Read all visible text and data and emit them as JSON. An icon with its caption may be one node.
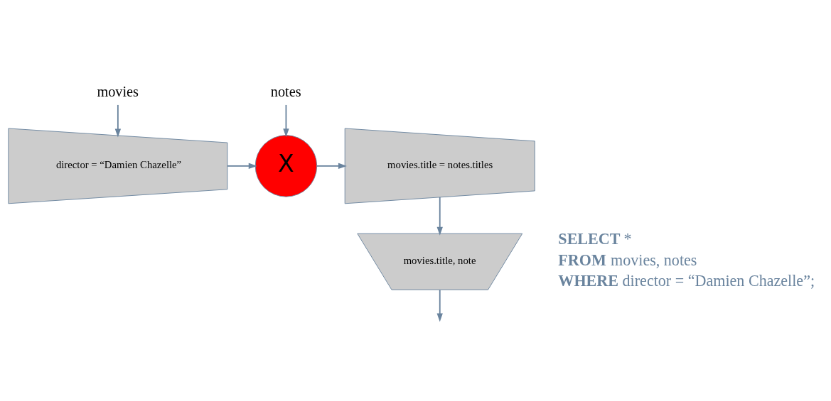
{
  "diagram": {
    "nodes": [
      {
        "text": [
          "movies"
        ]
      },
      {
        "text": [
          "director = “Damien Chazelle”"
        ]
      },
      {
        "text": [
          "notes"
        ]
      },
      {
        "text": [
          "X"
        ]
      },
      {
        "text": [
          "movies.title = notes.titles"
        ]
      },
      {
        "text": [
          "movies.title, note"
        ]
      }
    ],
    "edges": [
      {
        "from": 0,
        "to": 1,
        "arrow": "to"
      },
      {
        "from": 1,
        "to": 3,
        "arrow": "to"
      },
      {
        "from": 2,
        "to": 3,
        "arrow": "to"
      },
      {
        "from": 3,
        "to": 4,
        "arrow": "to"
      },
      {
        "from": 4,
        "to": 5,
        "arrow": "to"
      },
      {
        "from": 5,
        "to": null,
        "arrow": "to"
      }
    ],
    "labels": [
      "SELECT *",
      "FROM movies, notes",
      "WHERE director = “Damien Chazelle”;"
    ]
  }
}
